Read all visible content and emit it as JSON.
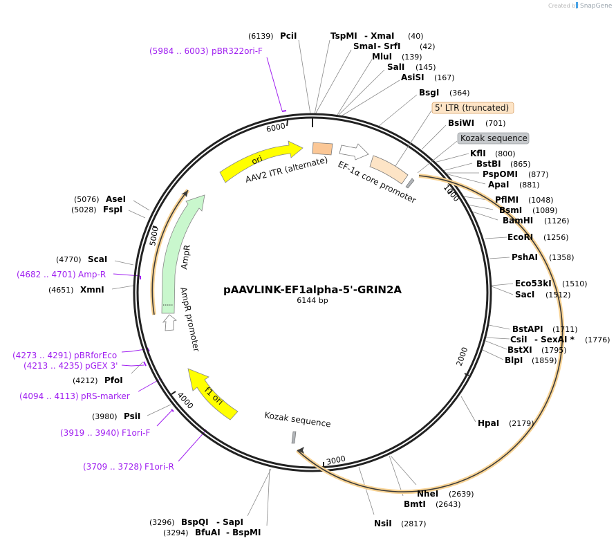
{
  "credit": {
    "prefix": "Created by",
    "brand": "SnapGene"
  },
  "plasmid": {
    "name": "pAAVLINK-EF1alpha-5'-GRIN2A",
    "length_label": "6144 bp",
    "length": 6144
  },
  "ticks": [
    "1000",
    "2000",
    "3000",
    "4000",
    "5000",
    "6000"
  ],
  "features": [
    {
      "name": "ori",
      "label": "ori",
      "color": "#ffff00",
      "type": "arrow"
    },
    {
      "name": "AAV2 ITR (alternate)",
      "label": "AAV2 ITR (alternate)",
      "color": "#fbc796",
      "type": "box"
    },
    {
      "name": "EF-1α core promoter",
      "label": "EF-1α core promoter",
      "color": "#fde4c6",
      "type": "box"
    },
    {
      "name": "promoter-arrow",
      "label": "",
      "color": "#ffffff",
      "type": "arrow"
    },
    {
      "name": "AmpR",
      "label": "AmpR",
      "color": "#c9f7cd",
      "type": "arrow"
    },
    {
      "name": "AmpR promoter",
      "label": "AmpR promoter",
      "color": "#ffffff",
      "type": "arrow"
    },
    {
      "name": "f1 ori",
      "label": "f1 ori",
      "color": "#ffff00",
      "type": "arrow"
    },
    {
      "name": "Kozak sequence",
      "label": "Kozak sequence",
      "color": "#b0b4b8",
      "type": "box"
    }
  ],
  "callouts": {
    "ltr": "5' LTR (truncated)",
    "kozak": "Kozak sequence"
  },
  "enzymes_right": [
    {
      "name": "PciI",
      "pos": "(6139)"
    },
    {
      "name": "TspMI",
      "sep": "- XmaI",
      "pos": "(40)"
    },
    {
      "name": "SmaI",
      "sep": "- SrfI",
      "pos": "(42)"
    },
    {
      "name": "MluI",
      "pos": "(139)"
    },
    {
      "name": "SalI",
      "pos": "(145)"
    },
    {
      "name": "AsiSI",
      "pos": "(167)"
    },
    {
      "name": "BsgI",
      "pos": "(364)"
    },
    {
      "name": "BsiWI",
      "pos": "(701)"
    },
    {
      "name": "KflI",
      "pos": "(800)"
    },
    {
      "name": "BstBI",
      "pos": "(865)"
    },
    {
      "name": "PspOMI",
      "pos": "(877)"
    },
    {
      "name": "ApaI",
      "pos": "(881)"
    },
    {
      "name": "PflMI",
      "pos": "(1048)"
    },
    {
      "name": "BsmI",
      "pos": "(1089)"
    },
    {
      "name": "BamHI",
      "pos": "(1126)"
    },
    {
      "name": "EcoRI",
      "pos": "(1256)"
    },
    {
      "name": "PshAI",
      "pos": "(1358)"
    },
    {
      "name": "Eco53kI",
      "pos": "(1510)"
    },
    {
      "name": "SacI",
      "pos": "(1512)"
    },
    {
      "name": "BstAPI",
      "pos": "(1711)"
    },
    {
      "name": "CsiI",
      "sep": "- SexAI *",
      "pos": "(1776)"
    },
    {
      "name": "BstXI",
      "pos": "(1795)"
    },
    {
      "name": "BlpI",
      "pos": "(1859)"
    },
    {
      "name": "HpaI",
      "pos": "(2179)"
    },
    {
      "name": "NheI",
      "pos": "(2639)"
    },
    {
      "name": "BmtI",
      "pos": "(2643)"
    },
    {
      "name": "NsiI",
      "pos": "(2817)"
    }
  ],
  "enzymes_left": [
    {
      "name": "BspQI",
      "sep": "- SapI",
      "pos": "(3296)"
    },
    {
      "name": "BfuAI",
      "sep": "- BspMI",
      "pos": "(3294)"
    },
    {
      "name": "PsiI",
      "pos": "(3980)"
    },
    {
      "name": "PfoI",
      "pos": "(4212)"
    },
    {
      "name": "XmnI",
      "pos": "(4651)"
    },
    {
      "name": "ScaI",
      "pos": "(4770)"
    },
    {
      "name": "FspI",
      "pos": "(5028)"
    },
    {
      "name": "AseI",
      "pos": "(5076)"
    }
  ],
  "primers": [
    {
      "name": "pBR322ori-F",
      "range": "(5984 .. 6003)"
    },
    {
      "name": "Amp-R",
      "range": "(4682 .. 4701)"
    },
    {
      "name": "pBRforEco",
      "range": "(4273 .. 4291)"
    },
    {
      "name": "pGEX 3'",
      "range": "(4213 .. 4235)"
    },
    {
      "name": "pRS-marker",
      "range": "(4094 .. 4113)"
    },
    {
      "name": "F1ori-F",
      "range": "(3919 .. 3940)"
    },
    {
      "name": "F1ori-R",
      "range": "(3709 .. 3728)"
    }
  ],
  "colors": {
    "backbone": "#222222",
    "primer": "#a020f0",
    "orf": "#f5c165",
    "leader": "#8a8a8a"
  }
}
